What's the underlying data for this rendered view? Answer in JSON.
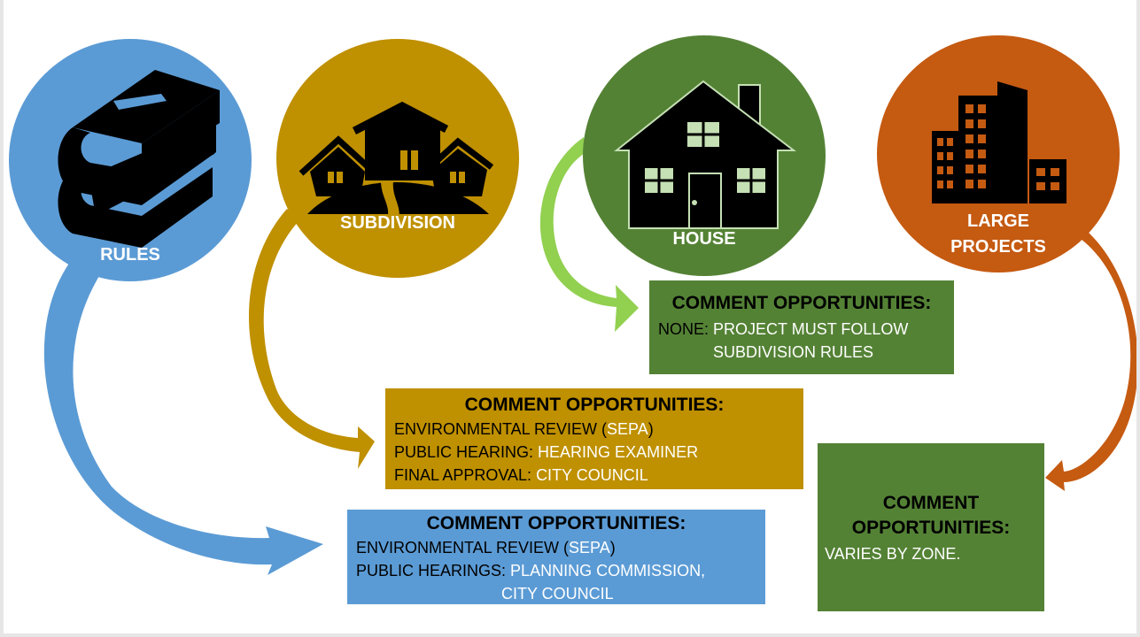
{
  "colors": {
    "rules": "#5b9bd5",
    "subdivision": "#bf9000",
    "house": "#548235",
    "large_projects": "#c55a11",
    "house_arrow": "#92d050",
    "window_fill": "#c5e0b4"
  },
  "circles": {
    "rules": {
      "label": "RULES",
      "icon": "book-stack-icon"
    },
    "subdivision": {
      "label": "SUBDIVISION",
      "icon": "neighborhood-icon"
    },
    "house": {
      "label": "HOUSE",
      "icon": "house-icon"
    },
    "large_projects": {
      "label_line1": "LARGE",
      "label_line2": "PROJECTS",
      "icon": "office-buildings-icon"
    }
  },
  "boxes": {
    "house": {
      "title": "COMMENT OPPORTUNITIES:",
      "rows": [
        {
          "key": "NONE: ",
          "value": "PROJECT MUST FOLLOW"
        },
        {
          "key": "",
          "value": "SUBDIVISION RULES"
        }
      ]
    },
    "subdivision": {
      "title": "COMMENT OPPORTUNITIES:",
      "rows": [
        {
          "key": "ENVIRONMENTAL REVIEW (",
          "value": "SEPA",
          "suffix": ")"
        },
        {
          "key": "PUBLIC HEARING: ",
          "value": "HEARING EXAMINER"
        },
        {
          "key": "FINAL APPROVAL: ",
          "value": "CITY COUNCIL"
        }
      ]
    },
    "rules": {
      "title": "COMMENT OPPORTUNITIES:",
      "rows": [
        {
          "key": "ENVIRONMENTAL REVIEW (",
          "value": "SEPA",
          "suffix": ")"
        },
        {
          "key": "PUBLIC HEARINGS: ",
          "value": "PLANNING COMMISSION,"
        },
        {
          "key": "",
          "value": "CITY COUNCIL"
        }
      ]
    },
    "large_projects": {
      "title_line1": "COMMENT",
      "title_line2": "OPPORTUNITIES:",
      "body": "VARIES BY ZONE."
    }
  }
}
